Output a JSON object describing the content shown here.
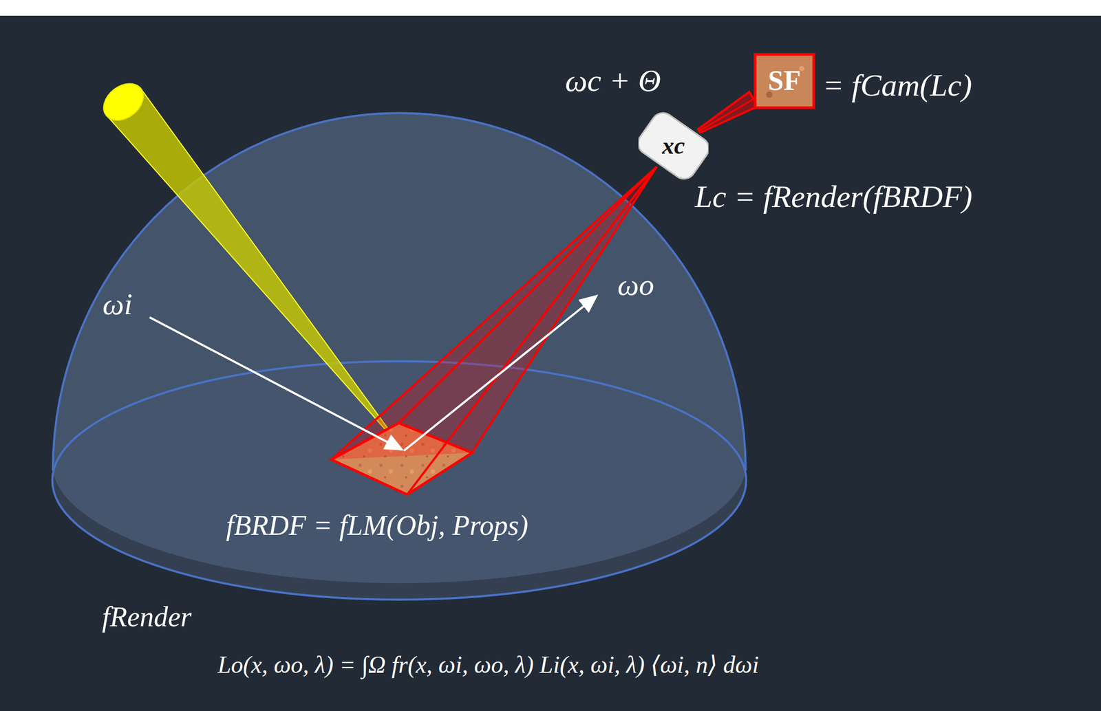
{
  "diagram": {
    "nodes": [
      {
        "text": [
          "SF"
        ]
      },
      {
        "text": [
          "xc"
        ]
      }
    ],
    "edges": [
      {
        "from": 1,
        "to": 0,
        "arrow": "none"
      }
    ],
    "labels": [
      "ωc + Θ",
      "= fCam(Lc)",
      "Lc = fRender(fBRDF)",
      "ωi",
      "ωo",
      "fBRDF = fLM(Obj, Props)",
      "fRender",
      "Lo(x, ωo, λ) = ∫Ω fr(x, ωi, ωo, λ) Li(x, ωi, λ) ⟨ωi, n⟩ dωi"
    ]
  }
}
